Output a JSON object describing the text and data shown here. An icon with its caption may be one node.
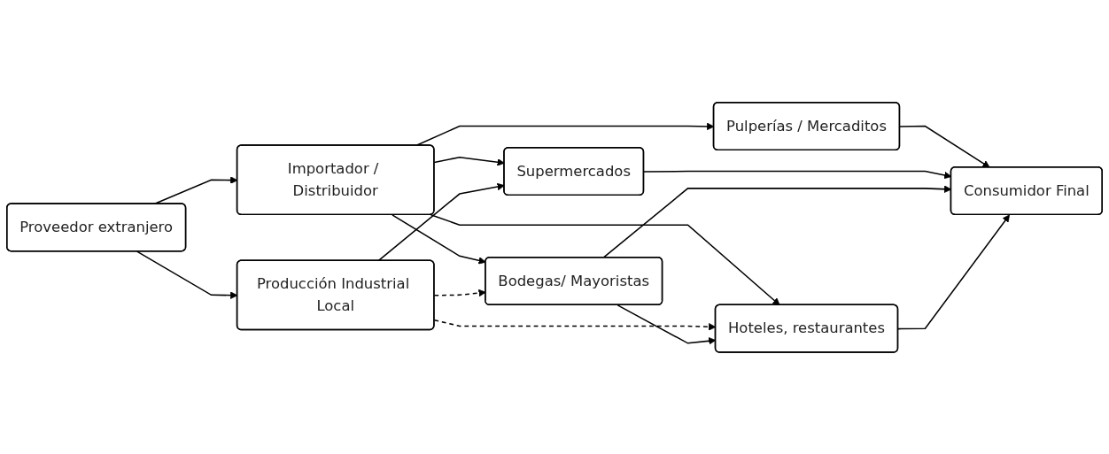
{
  "diagram": {
    "nodes": [
      {
        "text": [
          "Proveedor extranjero"
        ]
      },
      {
        "text": [
          "Importador / Distribuidor"
        ]
      },
      {
        "text": [
          "Producción Industrial Local"
        ]
      },
      {
        "text": [
          "Pulperías / Mercaditos"
        ]
      },
      {
        "text": [
          "Supermercados"
        ]
      },
      {
        "text": [
          "Bodegas/ Mayoristas"
        ]
      },
      {
        "text": [
          "Hoteles, restaurantes"
        ]
      },
      {
        "text": [
          "Consumidor Final"
        ]
      }
    ],
    "edges": [
      {
        "from": 0,
        "to": 1,
        "arrow": "to"
      },
      {
        "from": 0,
        "to": 2,
        "arrow": "to"
      },
      {
        "from": 1,
        "to": 3,
        "arrow": "to"
      },
      {
        "from": 1,
        "to": 4,
        "arrow": "to"
      },
      {
        "from": 1,
        "to": 5,
        "arrow": "to"
      },
      {
        "from": 1,
        "to": 6,
        "arrow": "to"
      },
      {
        "from": 2,
        "to": 4,
        "arrow": "to"
      },
      {
        "from": 2,
        "to": 5,
        "arrow": "to",
        "style": "dashed"
      },
      {
        "from": 2,
        "to": 6,
        "arrow": "to",
        "style": "dashed"
      },
      {
        "from": 5,
        "to": 6,
        "arrow": "to"
      },
      {
        "from": 3,
        "to": 7,
        "arrow": "to"
      },
      {
        "from": 4,
        "to": 7,
        "arrow": "to"
      },
      {
        "from": 5,
        "to": 7,
        "arrow": "to"
      },
      {
        "from": 6,
        "to": 7,
        "arrow": "to"
      }
    ]
  }
}
